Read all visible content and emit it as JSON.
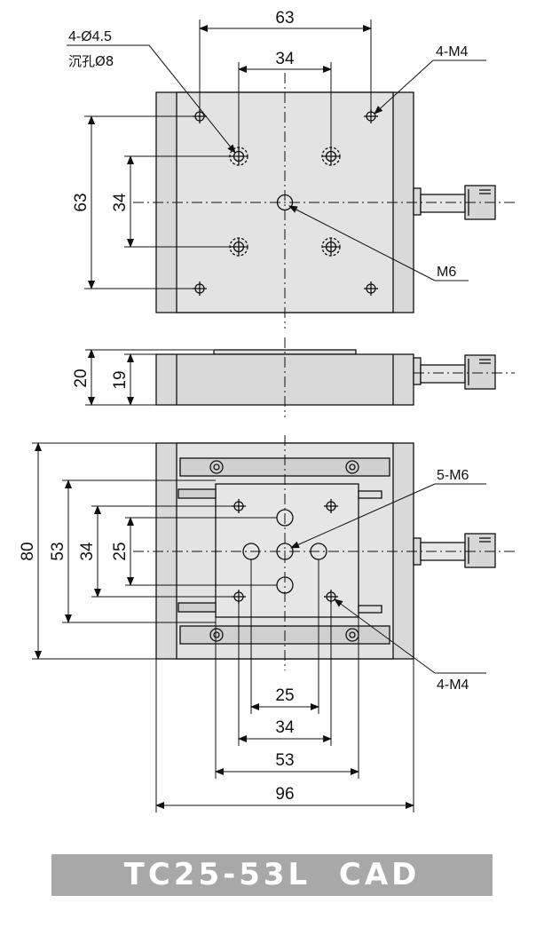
{
  "top_view": {
    "dim_width": "63",
    "dim_hole_spacing_x": "34",
    "dim_height": "63",
    "dim_hole_spacing_y": "34",
    "label_counterbore_holes": "4-Ø4.5",
    "label_counterbore_note": "沉孔Ø8",
    "label_corner_tapped": "4-M4",
    "label_center_tapped": "M6"
  },
  "side_view": {
    "dim_total_height": "20",
    "dim_body_height": "19"
  },
  "bottom_view": {
    "dim_total_length": "80",
    "dim_53_v": "53",
    "dim_34_v": "34",
    "dim_25_v": "25",
    "dim_25_h": "25",
    "dim_34_h": "34",
    "dim_53_h": "53",
    "dim_96_h": "96",
    "label_m6_holes": "5-M6",
    "label_m4_holes": "4-M4"
  },
  "title": "TC25-53L  CAD"
}
